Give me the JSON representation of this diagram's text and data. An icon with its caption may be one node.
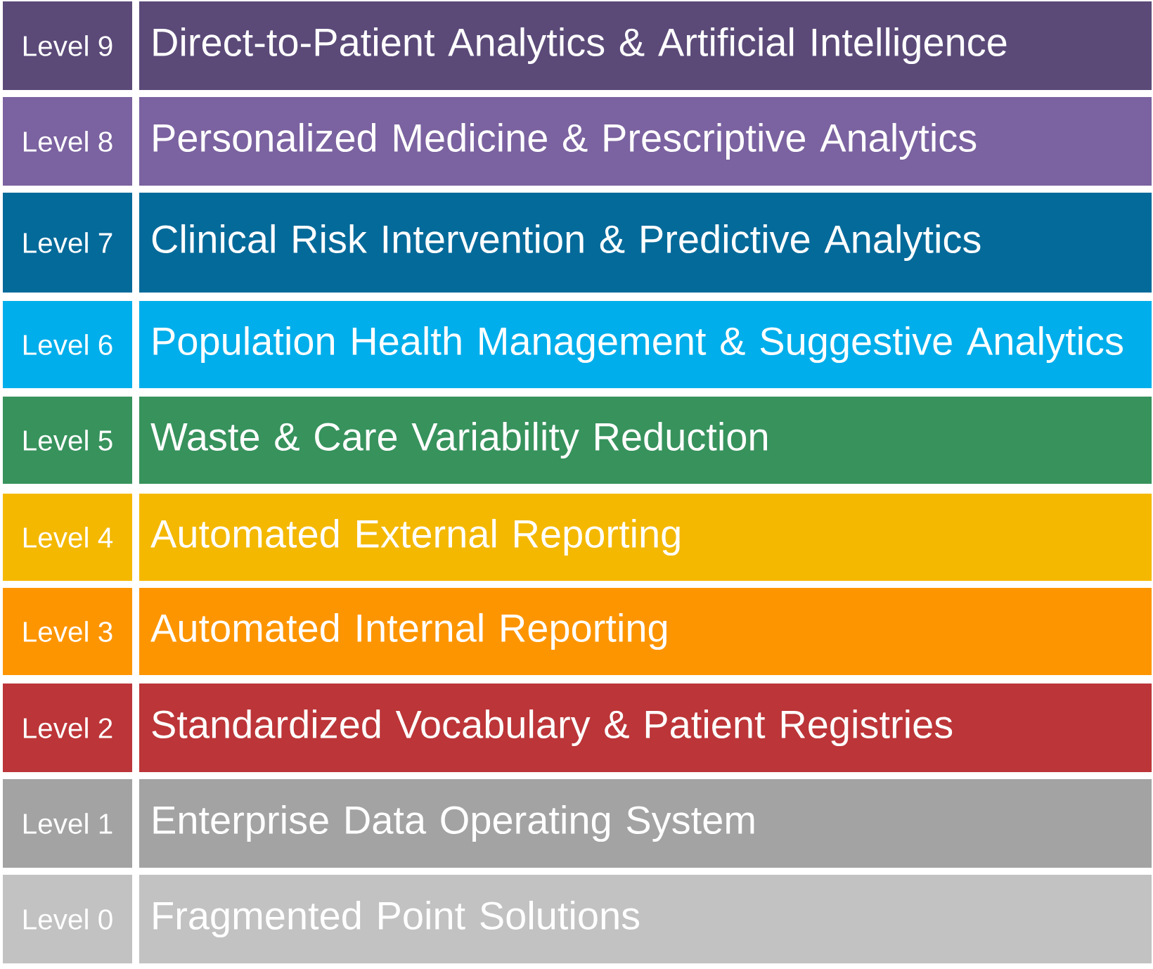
{
  "diagram": {
    "nodes": [
      {
        "text": [
          "Level 9"
        ]
      },
      {
        "text": [
          "Direct-to-Patient Analytics & Artificial Intelligence"
        ]
      },
      {
        "text": [
          "Level 8"
        ]
      },
      {
        "text": [
          "Personalized Medicine & Prescriptive Analytics"
        ]
      },
      {
        "text": [
          "Level 7"
        ]
      },
      {
        "text": [
          "Clinical Risk Intervention & Predictive Analytics"
        ]
      },
      {
        "text": [
          "Level 6"
        ]
      },
      {
        "text": [
          "Population Health Management & Suggestive Analytics"
        ]
      },
      {
        "text": [
          "Level 5"
        ]
      },
      {
        "text": [
          "Waste & Care Variability Reduction"
        ]
      },
      {
        "text": [
          "Level 4"
        ]
      },
      {
        "text": [
          "Automated External Reporting"
        ]
      },
      {
        "text": [
          "Level 3"
        ]
      },
      {
        "text": [
          "Automated Internal Reporting"
        ]
      },
      {
        "text": [
          "Level 2"
        ]
      },
      {
        "text": [
          "Standardized Vocabulary & Patient Registries"
        ]
      },
      {
        "text": [
          "Level 1"
        ]
      },
      {
        "text": [
          "Enterprise Data Operating System"
        ]
      },
      {
        "text": [
          "Level 0"
        ]
      },
      {
        "text": [
          "Fragmented Point Solutions"
        ]
      }
    ]
  }
}
